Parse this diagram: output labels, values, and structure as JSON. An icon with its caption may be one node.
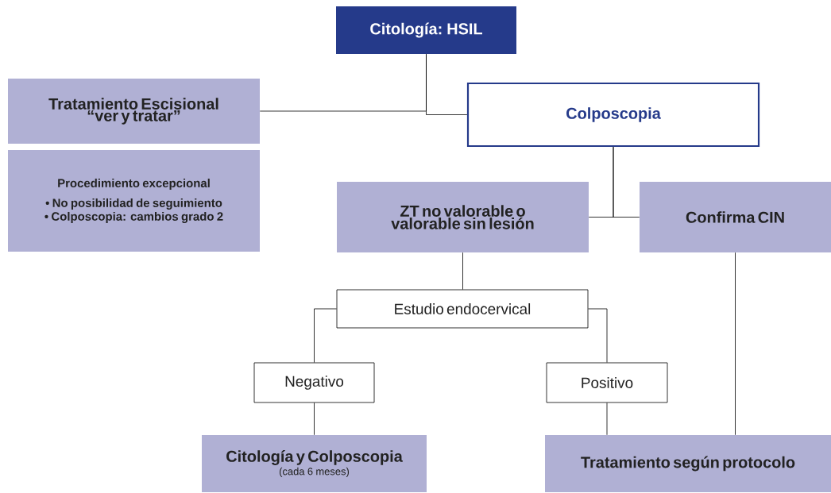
{
  "diagram": {
    "nodes": [
      {
        "text": [
          "Citología: HSIL"
        ]
      },
      {
        "text": [
          "Tratamiento Escisional “ver y tratar”"
        ]
      },
      {
        "text": [
          "Procedimiento excepcional",
          "• No posibilidad de seguimiento",
          "• Colposcopia: cambios grado 2"
        ]
      },
      {
        "text": [
          "Colposcopia"
        ]
      },
      {
        "text": [
          "ZT no valorable o valorable sin lesión"
        ]
      },
      {
        "text": [
          "Confirma CIN"
        ]
      },
      {
        "text": [
          "Estudio endocervical"
        ]
      },
      {
        "text": [
          "Negativo"
        ]
      },
      {
        "text": [
          "Positivo"
        ]
      },
      {
        "text": [
          "Citología y Colposcopia",
          "(cada 6 meses)"
        ]
      },
      {
        "text": [
          "Tratamiento según protocolo"
        ]
      }
    ],
    "edges": [
      {
        "from": 0,
        "to": 1,
        "arrow": "none"
      },
      {
        "from": 0,
        "to": 3,
        "arrow": "none"
      },
      {
        "from": 3,
        "to": 4,
        "arrow": "none"
      },
      {
        "from": 3,
        "to": 5,
        "arrow": "none"
      },
      {
        "from": 4,
        "to": 6,
        "arrow": "none"
      },
      {
        "from": 6,
        "to": 7,
        "arrow": "none"
      },
      {
        "from": 6,
        "to": 8,
        "arrow": "none"
      },
      {
        "from": 7,
        "to": 9,
        "arrow": "none"
      },
      {
        "from": 8,
        "to": 10,
        "arrow": "none"
      },
      {
        "from": 5,
        "to": 10,
        "arrow": "none"
      }
    ]
  }
}
